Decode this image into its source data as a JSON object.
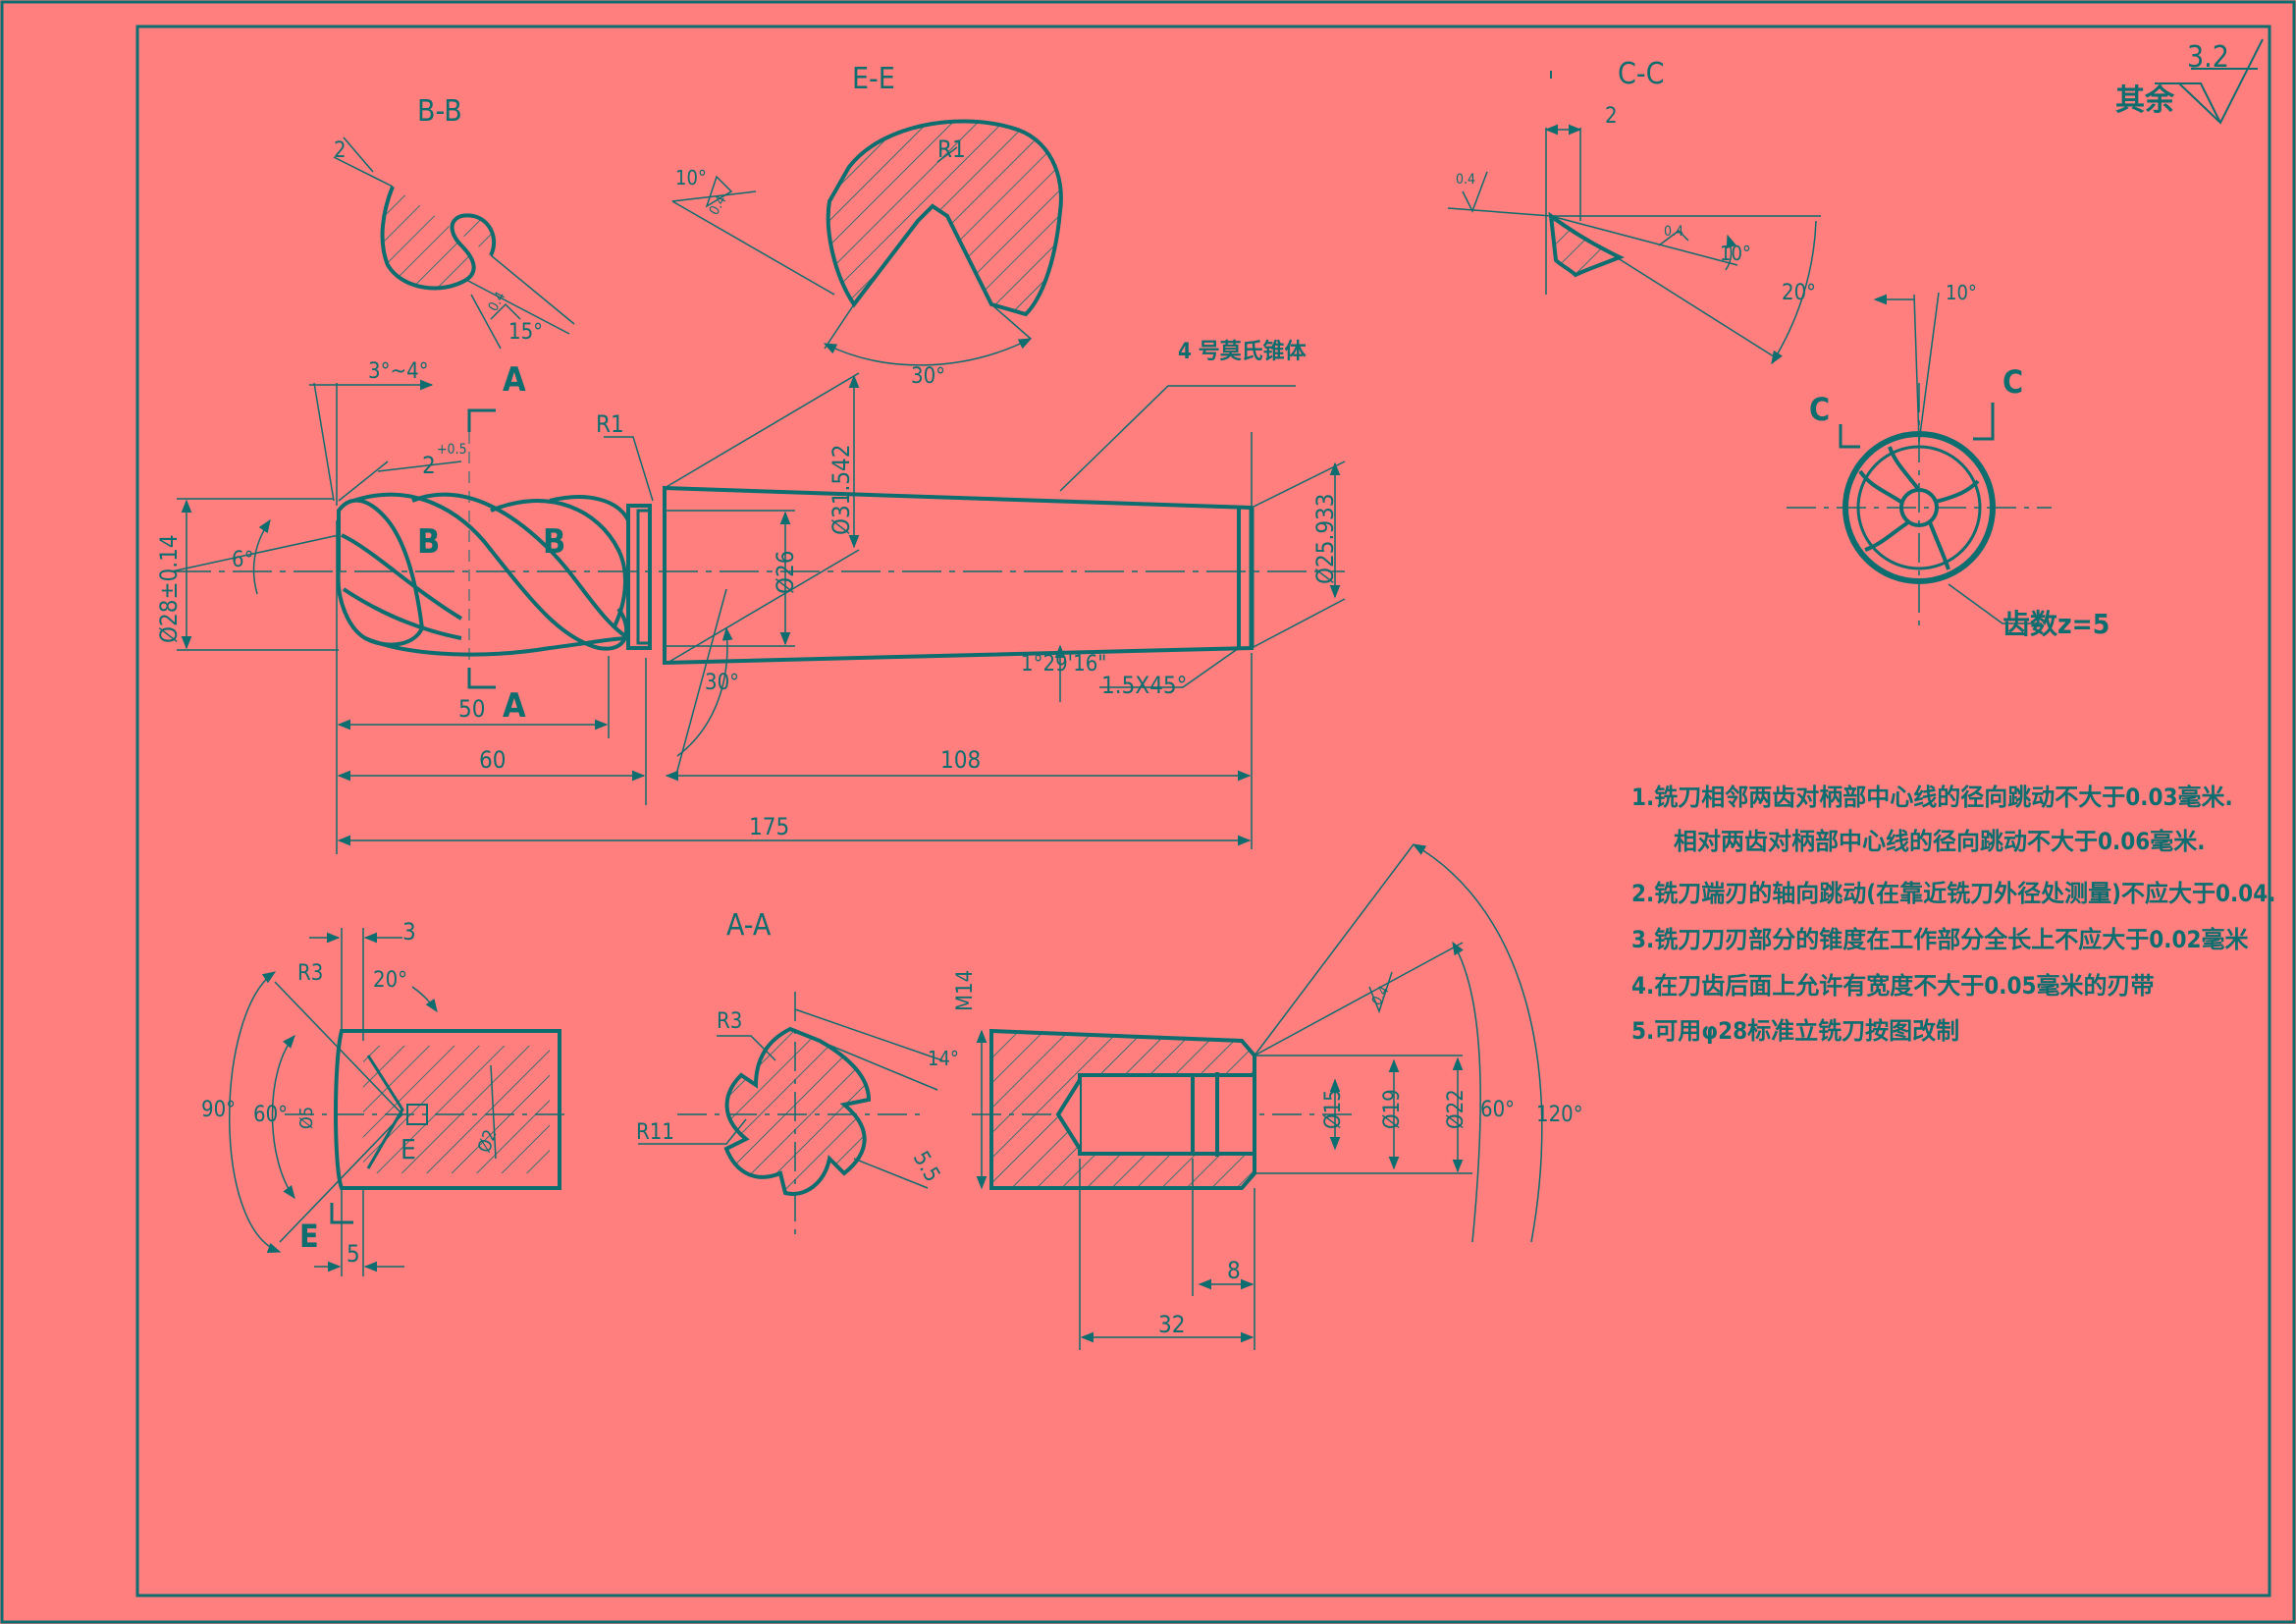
{
  "colors": {
    "background": "#FF7F7F",
    "line": "#0E6D6F"
  },
  "surface_finish": {
    "label": "其余",
    "value": "3.2"
  },
  "section_labels": {
    "bb": "B-B",
    "ee": "E-E",
    "cc": "C-C",
    "aa": "A-A"
  },
  "cut_letters": {
    "a": "A",
    "b": "B",
    "c": "C",
    "e": "E"
  },
  "callouts": {
    "taper_body": "4 号莫氏锥体",
    "teeth": "齿数z=5"
  },
  "dimensions": {
    "d_28": "Ø28±0.14",
    "d_26": "Ø26",
    "d_31542": "Ø31.542",
    "d_25933": "Ø25.933",
    "r1": "R1",
    "r1_ee": "R1",
    "taper_angle": "1°29'16\"",
    "chamfer": "1.5X45°",
    "len_50": "50",
    "len_60": "60",
    "len_108": "108",
    "len_175": "175",
    "ang_6": "6°",
    "ang_3_4": "3°~4°",
    "gap_2": "2",
    "tol_2": "+0.5",
    "ang_30_side": "30°",
    "bb_2": "2",
    "bb_15": "15°",
    "bb_r4": "0.4",
    "ee_10": "10°",
    "ee_30": "30°",
    "ee_r4": "0.4",
    "cc_2": "2",
    "cc_10": "10°",
    "cc_20": "20°",
    "cc_r4a": "0.4",
    "cc_r4b": "0.4",
    "front_10": "10°",
    "aa_r3": "R3",
    "aa_r11": "R11",
    "aa_14": "14°",
    "aa_55": "5.5",
    "end_3": "3",
    "end_r3": "R3",
    "end_20": "20°",
    "end_90": "90°",
    "end_60": "60°",
    "end_d5": "Ø5",
    "end_d2": "Ø2",
    "end_5": "5",
    "m14": "M14",
    "d_15": "Ø15",
    "d_19": "Ø19",
    "d_22": "Ø22",
    "ang_60": "60°",
    "ang_120": "120°",
    "len_8": "8",
    "len_32": "32",
    "rough_r4": "0.4"
  },
  "notes": [
    "1.铣刀相邻两齿对柄部中心线的径向跳动不大于0.03毫米.",
    "相对两齿对柄部中心线的径向跳动不大于0.06毫米.",
    "2.铣刀端刃的轴向跳动(在靠近铣刀外径处测量)不应大于0.04.",
    "3.铣刀刀刃部分的锥度在工作部分全长上不应大于0.02毫米",
    "4.在刀齿后面上允许有宽度不大于0.05毫米的刃带",
    "5.可用φ28标准立铣刀按图改制"
  ]
}
